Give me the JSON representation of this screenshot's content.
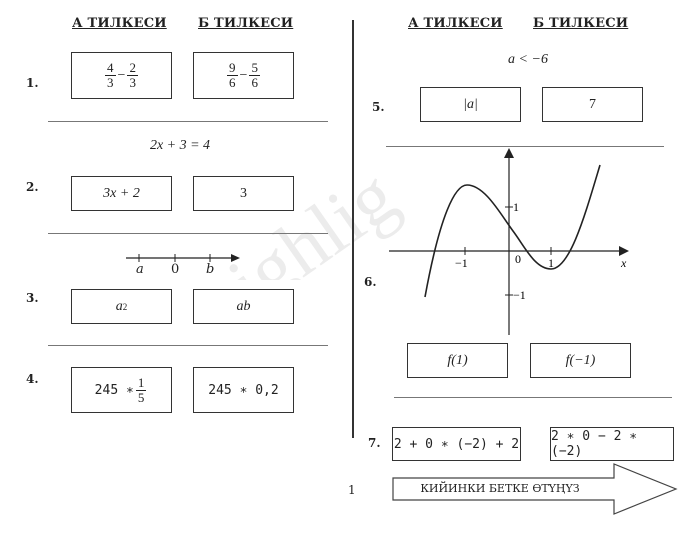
{
  "left": {
    "header_a": "А ТИЛКЕСИ",
    "header_b": "Б ТИЛКЕСИ",
    "q1": {
      "num": "1.",
      "a": {
        "n1": "4",
        "d1": "3",
        "op": "−",
        "n2": "2",
        "d2": "3"
      },
      "b": {
        "n1": "9",
        "d1": "6",
        "op": "−",
        "n2": "5",
        "d2": "6"
      }
    },
    "q2": {
      "num": "2.",
      "condition": "2x + 3 = 4",
      "a": "3x + 2",
      "b": "3"
    },
    "q3": {
      "num": "3.",
      "numberline": {
        "a": "a",
        "zero": "0",
        "b": "b"
      },
      "a_base": "a",
      "a_exp": "2",
      "b": "ab"
    },
    "q4": {
      "num": "4.",
      "a_pre": "245 ∗",
      "a_n": "1",
      "a_d": "5",
      "b": "245 ∗ 0,2"
    }
  },
  "right": {
    "header_a": "А ТИЛКЕСИ",
    "header_b": "Б ТИЛКЕСИ",
    "q5": {
      "num": "5.",
      "condition": "a < −6",
      "a": "|a|",
      "b": "7"
    },
    "q6": {
      "num": "6.",
      "graph": {
        "y1": "1",
        "yneg1": "−1",
        "xneg1": "−1",
        "x0": "0",
        "x1": "1",
        "xvar": "x"
      },
      "a": "f(1)",
      "b": "f(−1)"
    },
    "q7": {
      "num": "7.",
      "a": "2 + 0 ∗ (−2) + 2",
      "b": "2 ∗ 0 − 2 ∗ (−2)"
    }
  },
  "footer": {
    "page": "1",
    "next_label": "КИЙИНКИ БЕТКЕ ӨТҮҢҮЗ"
  },
  "colors": {
    "lines": "#777777",
    "text": "#222222",
    "watermark": "#e6e6e6"
  }
}
